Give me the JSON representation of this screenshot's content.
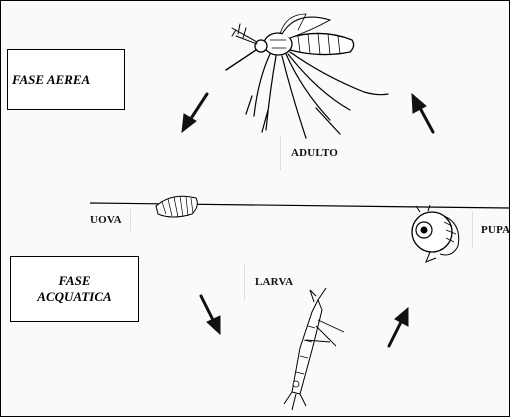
{
  "phases": {
    "air": "FASE AEREA",
    "water_line1": "FASE",
    "water_line2": "ACQUATICA"
  },
  "stages": {
    "adult": "ADULTO",
    "eggs": "UOVA",
    "larva": "LARVA",
    "pupa": "PUPA"
  },
  "colors": {
    "ink": "#000000",
    "background": "#fafafa"
  }
}
